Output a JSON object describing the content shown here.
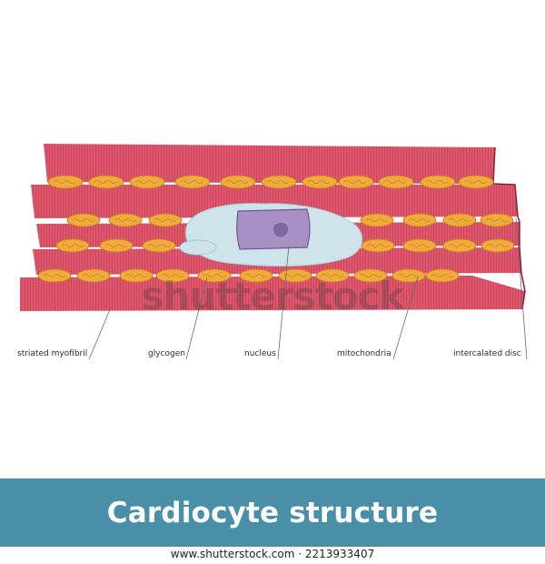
{
  "labels": [
    "striated myofibril",
    "glycogen",
    "nucleus",
    "mitochondria",
    "intercalated disc"
  ],
  "title": "Cardiocyte structure",
  "watermark": "shutterstock",
  "footer": "www.shutterstock.com · 2213933407",
  "colors": {
    "muscle": "#e0576d",
    "striation": "#b83a52",
    "mitochondria": "#f0ab3a",
    "mitochondria_stroke": "#c9822a",
    "glycogen": "#cfe3ea",
    "nucleus": "#a990c4",
    "nucleolus": "#6d5a93",
    "banner": "#4a8fa8"
  }
}
